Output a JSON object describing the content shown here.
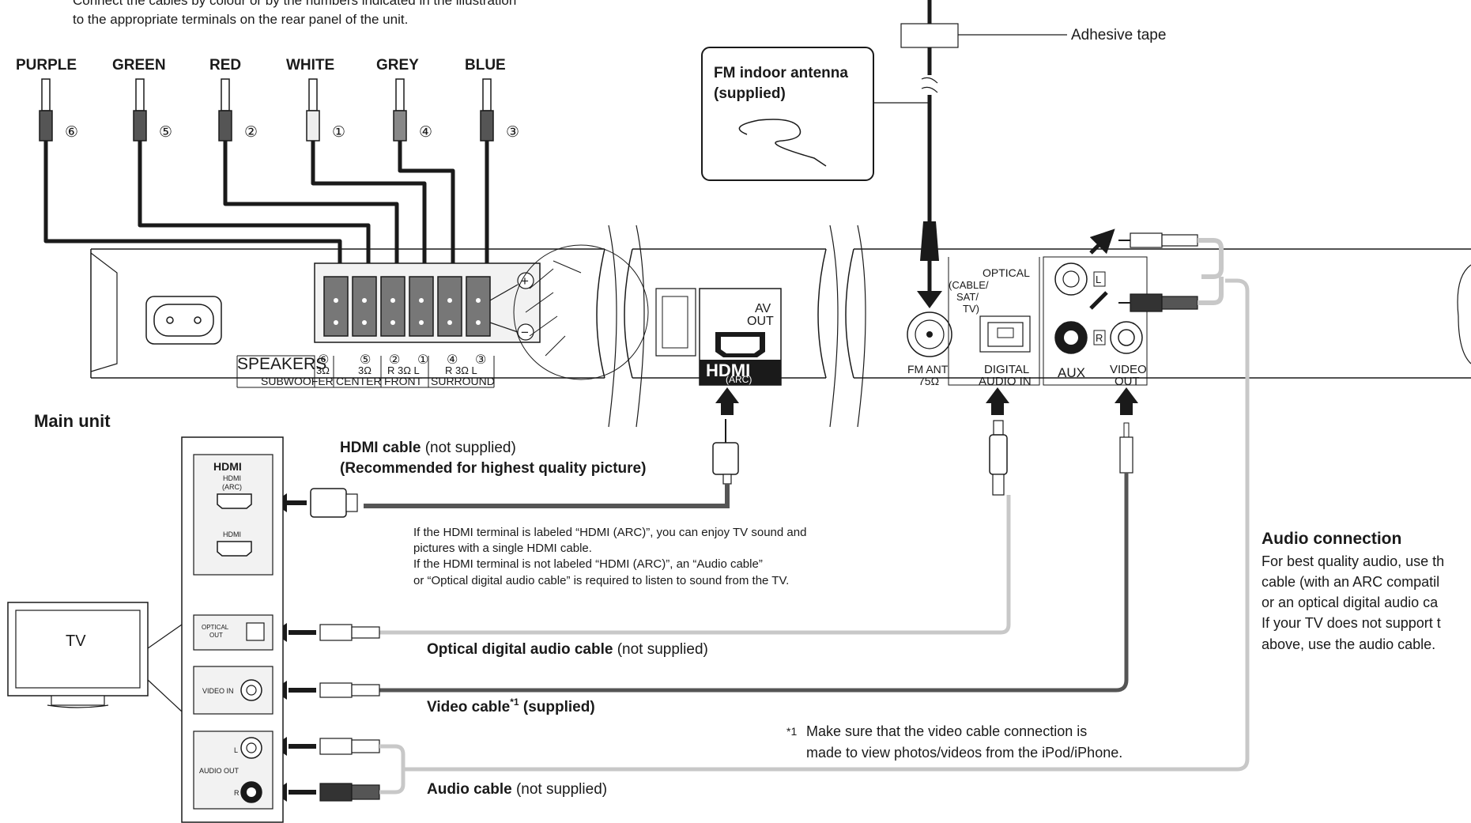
{
  "intro": {
    "line1": "Connect the cables by colour or by the numbers indicated in the illustration",
    "line2": "to the appropriate terminals on the rear panel of the unit."
  },
  "speaker_plugs": [
    {
      "colour": "PURPLE",
      "number": "⑥"
    },
    {
      "colour": "GREEN",
      "number": "⑤"
    },
    {
      "colour": "RED",
      "number": "②"
    },
    {
      "colour": "WHITE",
      "number": "①"
    },
    {
      "colour": "GREY",
      "number": "④"
    },
    {
      "colour": "BLUE",
      "number": "③"
    }
  ],
  "antenna": {
    "adhesive_tape": "Adhesive tape",
    "fm_title_1": "FM indoor antenna",
    "fm_title_2": "(supplied)"
  },
  "rear_panel": {
    "speakers": "SPEAKERS",
    "ohm3": "3Ω",
    "ch_nums": [
      "⑥",
      "⑤",
      "②",
      "①",
      "④",
      "③"
    ],
    "ch_sub": [
      "",
      "3Ω",
      "R  3Ω  L",
      "",
      "R  3Ω  L",
      ""
    ],
    "subwoofer": "SUBWOOFER",
    "center": "CENTER",
    "front": "FRONT",
    "surround": "SURROUND",
    "plus": "+",
    "minus": "−",
    "av_out_1": "AV",
    "av_out_2": "OUT",
    "hdmi_logo": "HDMI",
    "arc": "(ARC)",
    "fm_ant_1": "FM ANT",
    "fm_ant_2": "75Ω",
    "optical": "OPTICAL",
    "cable_sat_tv_1": "(CABLE/",
    "cable_sat_tv_2": "SAT/",
    "cable_sat_tv_3": "TV)",
    "digital_1": "DIGITAL",
    "digital_2": "AUDIO IN",
    "aux": "AUX",
    "aux_l": "L",
    "aux_r": "R",
    "video_out_1": "VIDEO",
    "video_out_2": "OUT"
  },
  "main_unit": "Main unit",
  "tv": {
    "label": "TV",
    "hdmi_logo": "HDMI",
    "hdmi_arc_1": "HDMI",
    "hdmi_arc_2": "(ARC)",
    "hdmi_plain": "HDMI",
    "optical_out_1": "OPTICAL",
    "optical_out_2": "OUT",
    "video_in": "VIDEO IN",
    "audio_out": "AUDIO OUT",
    "l": "L",
    "r": "R"
  },
  "hdmi_cable": {
    "name": "HDMI cable",
    "note": " (not supplied)",
    "recommended": "(Recommended for highest quality picture)"
  },
  "arc_note": [
    "If the HDMI terminal is labeled “HDMI (ARC)”, you can enjoy TV sound and",
    "pictures with a single HDMI cable.",
    "If the HDMI terminal is not labeled “HDMI (ARC)”, an “Audio cable”",
    "or “Optical digital audio cable” is required to listen to sound from the TV."
  ],
  "optical_cable": {
    "name": "Optical digital audio cable",
    "note": " (not supplied)"
  },
  "video_cable": {
    "name": "Video cable",
    "sup": "*1",
    "note": " (supplied)"
  },
  "footnote": {
    "mark": "*1",
    "line1": "Make sure that the video cable connection is",
    "line2": "made to view photos/videos from the iPod/iPhone."
  },
  "audio_cable": {
    "name": "Audio cable",
    "note": " (not supplied)"
  },
  "audio_connection": {
    "title": "Audio connection",
    "lines": [
      "For best quality audio, use th",
      "cable (with an ARC compatil",
      "or an optical digital audio ca",
      "If your TV does not support t",
      "above, use the audio cable."
    ]
  },
  "colors": {
    "ink": "#1a1a1a",
    "grey_cable": "#c8c8c8",
    "dark_cable": "#3a3a3a",
    "panel_fill": "#f2f2f2"
  }
}
